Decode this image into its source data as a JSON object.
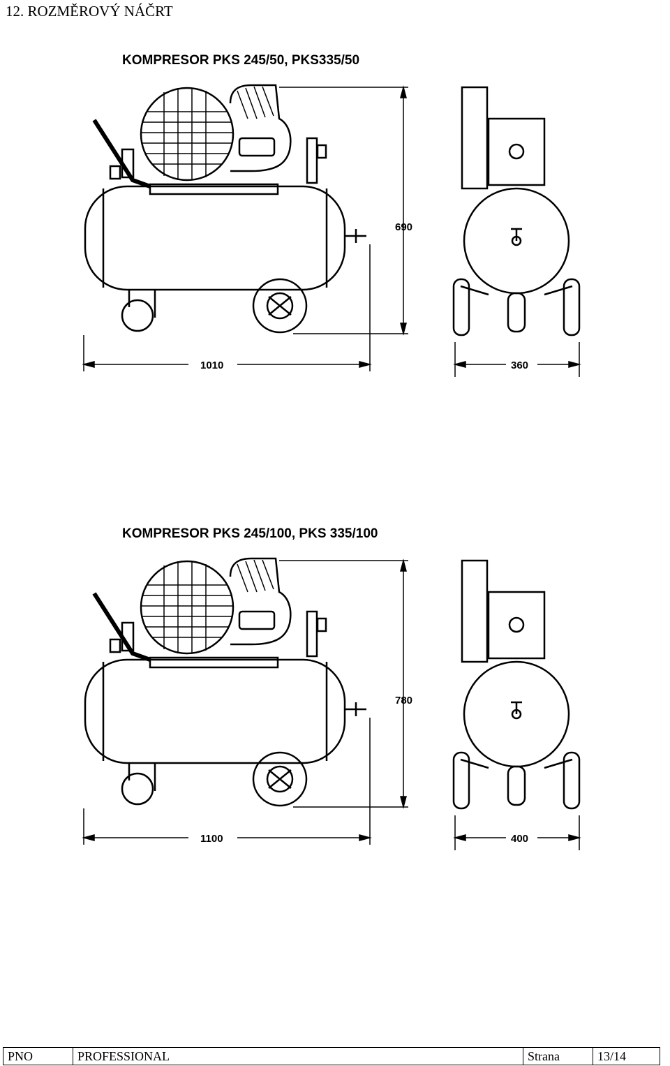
{
  "section_title": "12. ROZMĚROVÝ NÁČRT",
  "drawings": [
    {
      "title": "KOMPRESOR PKS 245/50, PKS335/50",
      "height_dim": "690",
      "length_dim": "1010",
      "width_dim": "360"
    },
    {
      "title": "KOMPRESOR PKS 245/100, PKS 335/100",
      "height_dim": "780",
      "length_dim": "1100",
      "width_dim": "400"
    }
  ],
  "footer": {
    "cell1": "PNO",
    "cell2": "PROFESSIONAL",
    "cell3": "Strana",
    "cell4": "13/14"
  }
}
